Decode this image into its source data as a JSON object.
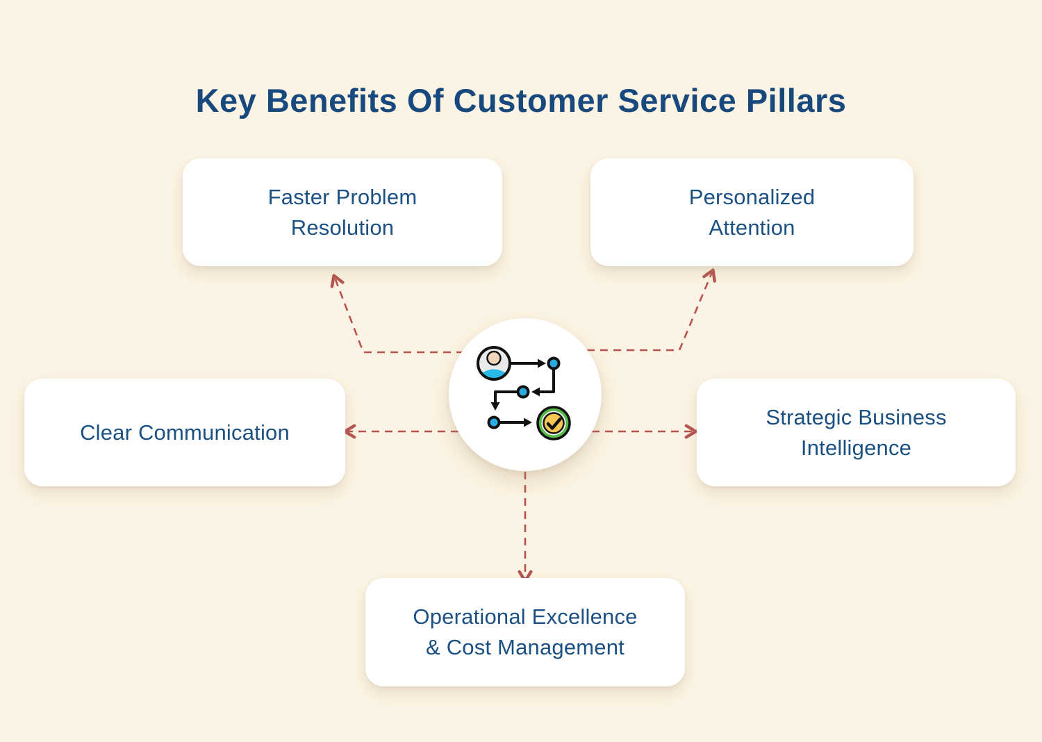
{
  "title": "Key Benefits Of Customer Service Pillars",
  "nodes": [
    {
      "id": "faster-problem-resolution",
      "lines": [
        "Faster Problem",
        "Resolution"
      ]
    },
    {
      "id": "personalized-attention",
      "lines": [
        "Personalized",
        "Attention"
      ]
    },
    {
      "id": "clear-communication",
      "lines": [
        "Clear Communication"
      ]
    },
    {
      "id": "strategic-business-intelligence",
      "lines": [
        "Strategic Business",
        "Intelligence"
      ]
    },
    {
      "id": "operational-excellence-cost-management",
      "lines": [
        "Operational Excellence",
        "& Cost Management"
      ]
    }
  ],
  "center_icon": "process-flow-checklist-icon",
  "connections": [
    {
      "from": "center",
      "to": "faster-problem-resolution",
      "style": "dashed-arrow"
    },
    {
      "from": "center",
      "to": "personalized-attention",
      "style": "dashed-arrow"
    },
    {
      "from": "center",
      "to": "clear-communication",
      "style": "dashed-arrow"
    },
    {
      "from": "center",
      "to": "strategic-business-intelligence",
      "style": "dashed-arrow"
    },
    {
      "from": "center",
      "to": "operational-excellence-cost-management",
      "style": "dashed-arrow"
    }
  ],
  "colors": {
    "background": "#FBF3E3",
    "title_text": "#17497E",
    "card_text": "#1B5083",
    "card_background": "#FFFFFF",
    "connector": "#B5534F",
    "icon_outline": "#111111",
    "icon_dot_blue": "#29ABE2",
    "icon_body_blue": "#29B9E8",
    "icon_skin": "#EFD6BC",
    "icon_gray": "#E9EAEC",
    "icon_green": "#54B948",
    "icon_yellow": "#F7C653"
  }
}
